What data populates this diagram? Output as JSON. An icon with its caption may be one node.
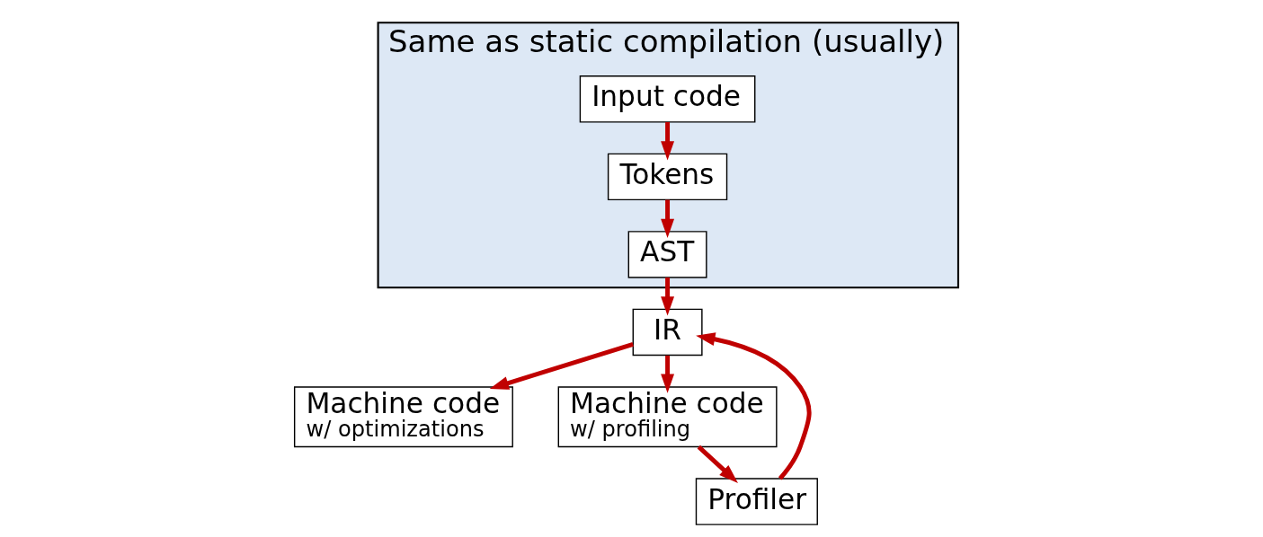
{
  "diagram": {
    "nodes": [
      {
        "text": [
          "Same as static compilation (usually)"
        ]
      },
      {
        "text": [
          "Input code"
        ],
        "in": 0
      },
      {
        "text": [
          "Tokens"
        ],
        "in": 0
      },
      {
        "text": [
          "AST"
        ],
        "in": 0
      },
      {
        "text": [
          "IR"
        ]
      },
      {
        "text": [
          "Machine code",
          "w/ optimizations"
        ]
      },
      {
        "text": [
          "Machine code",
          "w/ profiling"
        ]
      },
      {
        "text": [
          "Profiler"
        ]
      }
    ],
    "edges": [
      {
        "from": 1,
        "to": 2,
        "arrow": "to"
      },
      {
        "from": 2,
        "to": 3,
        "arrow": "to"
      },
      {
        "from": 3,
        "to": 4,
        "arrow": "to"
      },
      {
        "from": 4,
        "to": 5,
        "arrow": "to"
      },
      {
        "from": 4,
        "to": 6,
        "arrow": "to"
      },
      {
        "from": 6,
        "to": 7,
        "arrow": "to"
      },
      {
        "from": 7,
        "to": 4,
        "arrow": "to"
      }
    ]
  }
}
